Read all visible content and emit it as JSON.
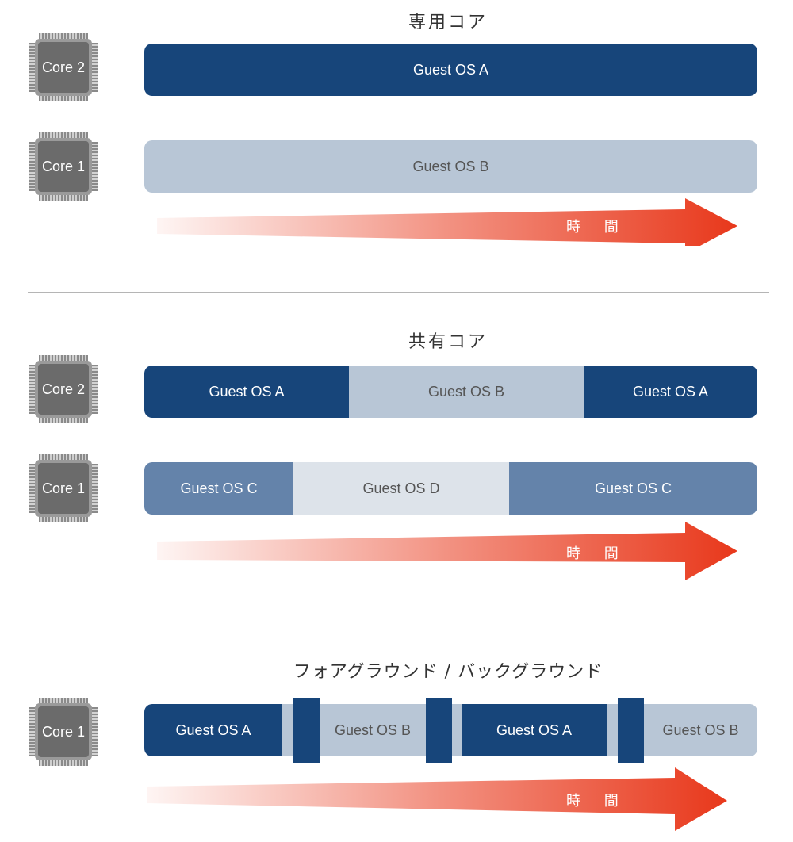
{
  "colors": {
    "dark_blue": "#17457a",
    "light_blue": "#b8c6d6",
    "mid_blue": "#6483aa",
    "pale_blue": "#dde3ea",
    "arrow_red": "#e8381b",
    "chip_gray": "#6b6b6b"
  },
  "sections": [
    {
      "title": "専用コア",
      "cores": [
        {
          "label": "Core 2",
          "segments": [
            {
              "label": "Guest OS A"
            }
          ]
        },
        {
          "label": "Core 1",
          "segments": [
            {
              "label": "Guest OS B"
            }
          ]
        }
      ],
      "arrow_label": "時 間"
    },
    {
      "title": "共有コア",
      "cores": [
        {
          "label": "Core 2",
          "segments": [
            {
              "label": "Guest OS A"
            },
            {
              "label": "Guest OS B"
            },
            {
              "label": "Guest OS A"
            }
          ]
        },
        {
          "label": "Core 1",
          "segments": [
            {
              "label": "Guest OS C"
            },
            {
              "label": "Guest OS D"
            },
            {
              "label": "Guest OS C"
            }
          ]
        }
      ],
      "arrow_label": "時 間"
    },
    {
      "title": "フォアグラウンド / バックグラウンド",
      "cores": [
        {
          "label": "Core 1",
          "segments": [
            {
              "label": "Guest OS A"
            },
            {
              "label": "Guest OS B"
            },
            {
              "label": "Guest OS A"
            },
            {
              "label": "Guest OS B"
            }
          ]
        }
      ],
      "arrow_label": "時 間"
    }
  ]
}
